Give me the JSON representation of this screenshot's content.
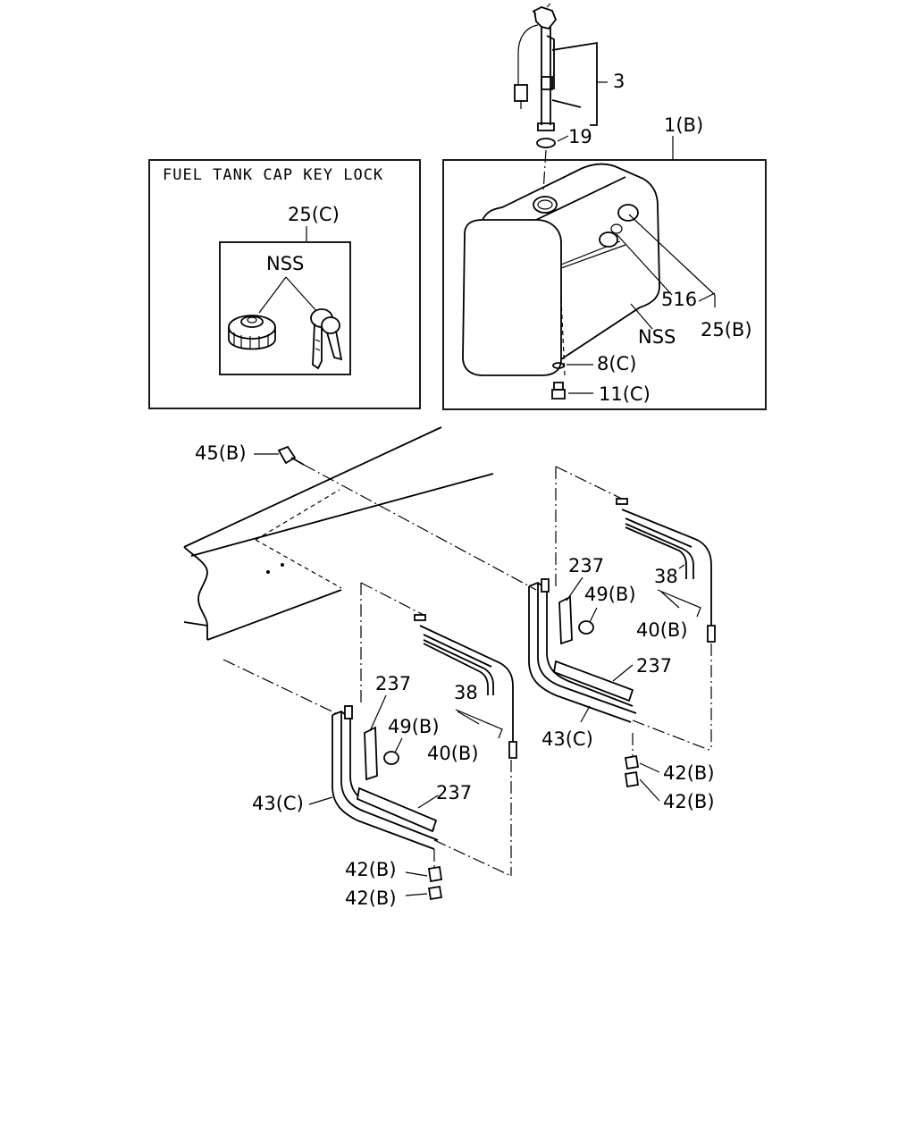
{
  "inset": {
    "title": "FUEL TANK CAP KEY LOCK",
    "cap_group_label": "25(C)",
    "cap_nss_label": "NSS"
  },
  "labels": {
    "sender_unit": "3",
    "gasket": "19",
    "tank": "1(B)",
    "gauge_fitting": "516",
    "filler_cap_assy": "25(B)",
    "tank_nss": "NSS",
    "washer": "8(C)",
    "drain_plug": "11(C)",
    "frame_bolt": "45(B)",
    "rear_pad_upper": "237",
    "rear_nut": "49(B)",
    "rear_band_pad": "38",
    "rear_band": "40(B)",
    "rear_pad_lower": "237",
    "rear_bracket": "43(C)",
    "rear_lock_nut_1": "42(B)",
    "rear_lock_nut_2": "42(B)",
    "front_pad_upper": "237",
    "front_nut": "49(B)",
    "front_band_pad": "38",
    "front_band": "40(B)",
    "front_bracket": "43(C)",
    "front_pad_lower": "237",
    "front_lock_nut_1": "42(B)",
    "front_lock_nut_2": "42(B)"
  }
}
